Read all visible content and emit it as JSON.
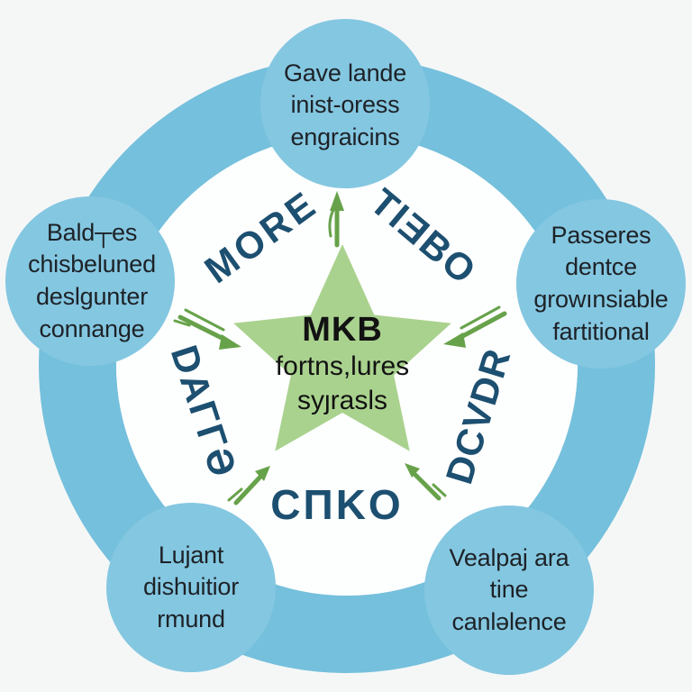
{
  "colors": {
    "bg": "#f5f7f7",
    "ring": "#75c0dc",
    "node": "#84c7e1",
    "star": "#a9d28e",
    "arrow": "#67a24a",
    "label": "#1c4f70",
    "text": "#1d2227",
    "startext": "#121212"
  },
  "star": {
    "title": "MKB",
    "line2": "fortns,lures",
    "line3": "syȷrasls"
  },
  "ring_labels": {
    "upper_left": "MORE",
    "upper_right": "TIƎBO",
    "left": "DAΓΓӘ",
    "right": "DCVDR",
    "bottom": "CΠKO"
  },
  "nodes": {
    "top": "Gave lande\ninist-oress\nengraicins",
    "left": "Bald┬es\nchisbeluned\ndeslgunter\nconnange",
    "right": "Passeres\ndentce\ngrowınsiable\nfartitional",
    "bottom_left": "Lujant\ndishuitior\nrmund",
    "bottom_right": "Vealpaj ara\ntine\ncanlǝlence"
  }
}
